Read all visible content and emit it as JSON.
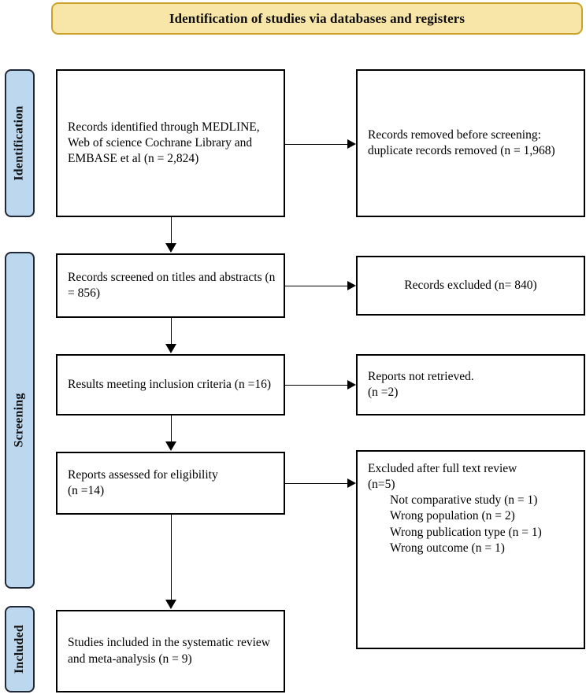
{
  "header": {
    "title": "Identification of studies via databases and registers",
    "fill_color": "#F8E6A8",
    "border_color": "#C9A227"
  },
  "stage_labels": {
    "fill_color": "#BDD7EE",
    "border_color": "#1F2937",
    "identification": "Identification",
    "screening": "Screening",
    "included": "Included"
  },
  "boxes": {
    "identified": "Records identified through MEDLINE, Web of science Cochrane Library and EMBASE et al (n = 2,824)",
    "removed": "Records removed before screening: duplicate records removed (n = 1,968)",
    "screened": "Records screened on titles and abstracts (n = 856)",
    "excluded_840": "Records excluded (n= 840)",
    "results": "Results meeting inclusion criteria (n =16)",
    "not_retrieved_line1": "Reports not retrieved.",
    "not_retrieved_line2": "(n =2)",
    "assessed_line1": "Reports assessed for eligibility",
    "assessed_line2": "(n =14)",
    "excluded_full_line1": "Excluded after full text review",
    "excluded_full_line2": "(n=5)",
    "excluded_full_reasons": [
      "Not comparative study (n = 1)",
      "Wrong population (n = 2)",
      "Wrong publication type (n = 1)",
      "Wrong outcome (n = 1)"
    ],
    "included": "Studies included in the systematic review and meta-analysis (n = 9)"
  },
  "connectors": {
    "count_horizontal": 4,
    "count_vertical": 4,
    "line_color": "#000000"
  }
}
